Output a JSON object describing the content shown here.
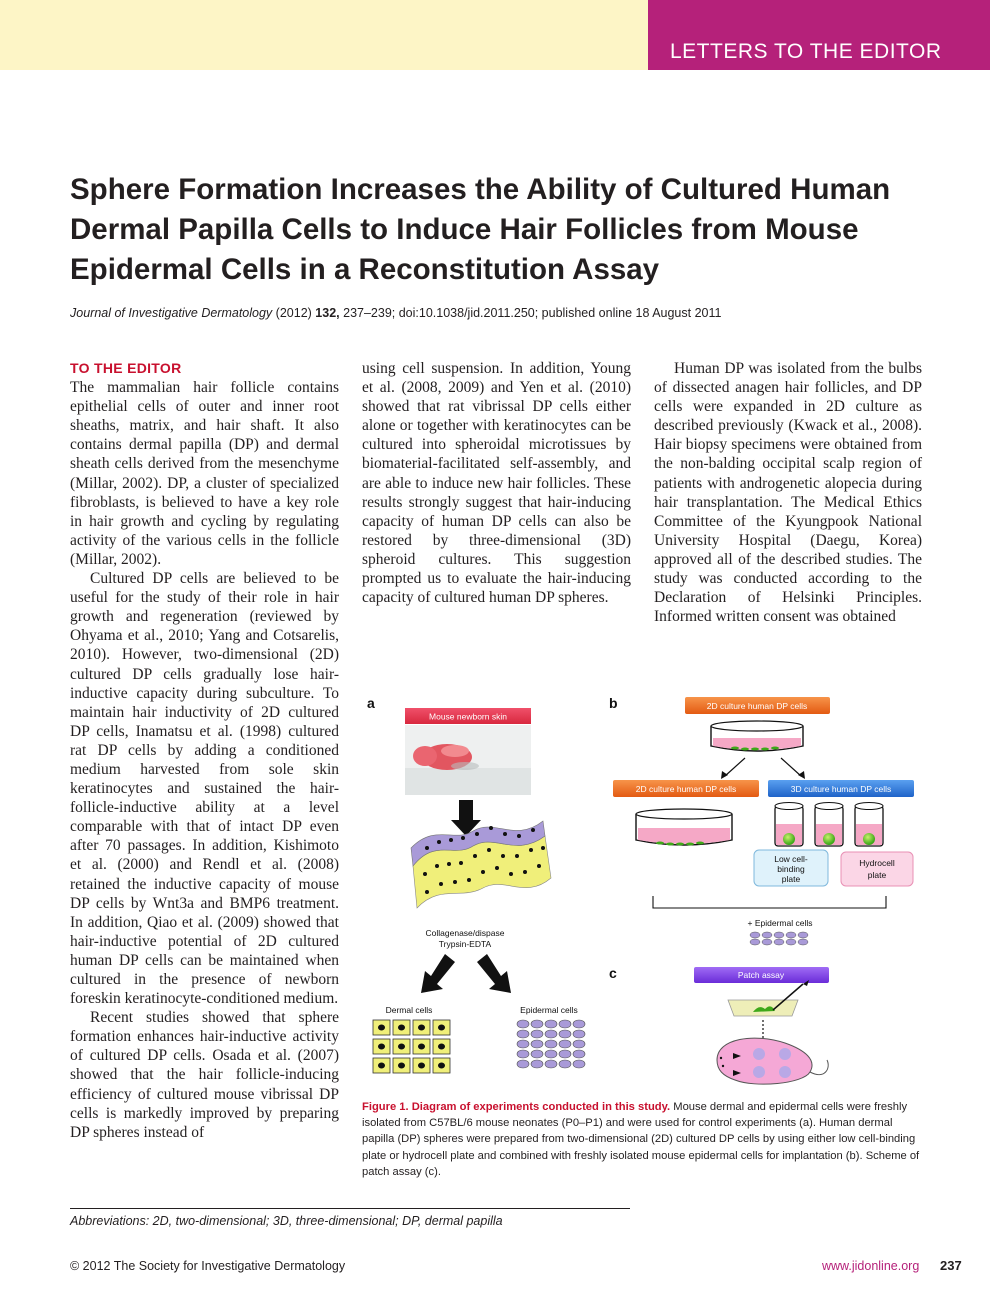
{
  "header": {
    "section_label": "LETTERS TO THE EDITOR",
    "colors": {
      "tab": "#b5217a",
      "band": "#fdf5c6",
      "accent_red": "#c8102e"
    }
  },
  "article": {
    "title": "Sphere Formation Increases the Ability of Cultured Human Dermal Papilla Cells to Induce Hair Follicles from Mouse Epidermal Cells in a Reconstitution Assay",
    "citation": {
      "journal": "Journal of Investigative Dermatology",
      "year": "(2012)",
      "volume": "132,",
      "rest": "237–239; doi:10.1038/jid.2011.250; published online 18 August 2011"
    },
    "section_heading": "TO THE EDITOR",
    "col1": {
      "p1": "The mammalian hair follicle contains epithelial cells of outer and inner root sheaths, matrix, and hair shaft. It also contains dermal papilla (DP) and dermal sheath cells derived from the mesenchyme (Millar, 2002). DP, a cluster of specialized fibroblasts, is believed to have a key role in hair growth and cycling by regulating activity of the various cells in the follicle (Millar, 2002).",
      "p2": "Cultured DP cells are believed to be useful for the study of their role in hair growth and regeneration (reviewed by Ohyama et al., 2010; Yang and Cotsarelis, 2010). However, two-dimensional (2D) cultured DP cells gradually lose hair-inductive capacity during subculture. To maintain hair inductivity of 2D cultured DP cells, Inamatsu et al. (1998) cultured rat DP cells by adding a conditioned medium harvested from sole skin keratinocytes and sustained the hair-follicle-inductive ability at a level comparable with that of intact DP even after 70 passages. In addition, Kishimoto et al. (2000) and Rendl et al. (2008) retained the inductive capacity of mouse DP cells by Wnt3a and BMP6 treatment. In addition, Qiao et al. (2009) showed that hair-inductive potential of 2D cultured human DP cells can be maintained when cultured in the presence of newborn foreskin keratinocyte-conditioned medium.",
      "p3": "Recent studies showed that sphere formation enhances hair-inductive activity of cultured DP cells. Osada et al. (2007) showed that the hair follicle-inducing efficiency of cultured mouse vibrissal DP cells is markedly improved by preparing DP spheres instead of"
    },
    "col2": {
      "p1": "using cell suspension. In addition, Young et al. (2008, 2009) and Yen et al. (2010) showed that rat vibrissal DP cells either alone or together with keratinocytes can be cultured into spheroidal microtissues by biomaterial-facilitated self-assembly, and are able to induce new hair follicles. These results strongly suggest that hair-inducing capacity of human DP cells can also be restored by three-dimensional (3D) spheroid cultures. This suggestion prompted us to evaluate the hair-inducing capacity of cultured human DP spheres."
    },
    "col3": {
      "p1": "Human DP was isolated from the bulbs of dissected anagen hair follicles, and DP cells were expanded in 2D culture as described previously (Kwack et al., 2008). Hair biopsy specimens were obtained from the non-balding occipital scalp region of patients with androgenetic alopecia during hair transplantation. The Medical Ethics Committee of the Kyungpook National University Hospital (Daegu, Korea) approved all of the described studies. The study was conducted according to the Declaration of Helsinki Principles. Informed written consent was obtained"
    }
  },
  "figure": {
    "panel_a": "a",
    "panel_b": "b",
    "panel_c": "c",
    "mouse_skin": "Mouse newborn skin",
    "enzymes_line1": "Collagenase/dispase",
    "enzymes_line2": "Trypsin-EDTA",
    "dermal_cells": "Dermal cells",
    "epidermal_cells": "Epidermal cells",
    "culture_2d_top": "2D culture human DP cells",
    "culture_2d": "2D culture human DP cells",
    "culture_3d": "3D culture human DP cells",
    "low_binding_1": "Low cell-",
    "low_binding_2": "binding",
    "low_binding_3": "plate",
    "hydrocell_1": "Hydrocell",
    "hydrocell_2": "plate",
    "plus_epidermal": "+ Epidermal cells",
    "patch_assay": "Patch assay"
  },
  "caption": {
    "label": "Figure 1. Diagram of experiments conducted in this study.",
    "text": "Mouse dermal and epidermal cells were freshly isolated from C57BL/6 mouse neonates (P0–P1) and were used for control experiments (a). Human dermal papilla (DP) spheres were prepared from two-dimensional (2D) cultured DP cells by using either low cell-binding plate or hydrocell plate and combined with freshly isolated mouse epidermal cells for implantation (b). Scheme of patch assay (c)."
  },
  "abbreviations": "Abbreviations: 2D, two-dimensional; 3D, three-dimensional; DP, dermal papilla",
  "footer": {
    "copyright": "© 2012 The Society for Investigative Dermatology",
    "url": "www.jidonline.org",
    "page": "237"
  }
}
